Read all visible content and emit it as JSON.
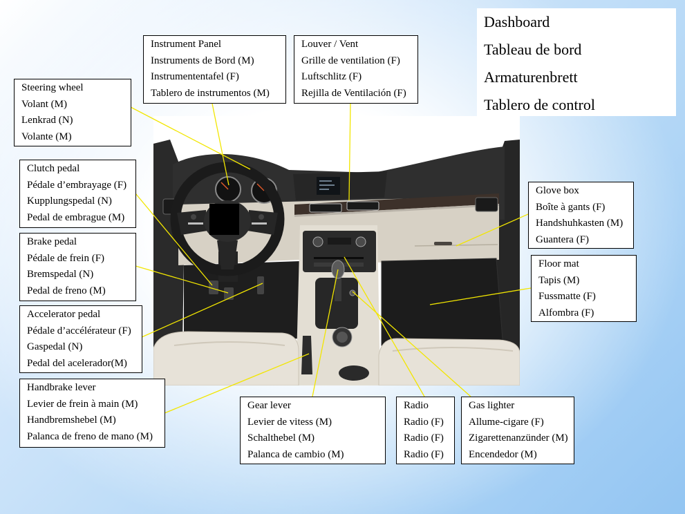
{
  "title": {
    "lines": [
      "Dashboard",
      "Tableau de bord",
      "Armaturenbrett",
      "Tablero de control"
    ]
  },
  "labels": {
    "instrument_panel": {
      "en": "Instrument Panel",
      "fr": "Instruments de Bord (M)",
      "de": "Instrumententafel (F)",
      "es": "Tablero de instrumentos (M)"
    },
    "louver_vent": {
      "en": "Louver / Vent",
      "fr": "Grille de ventilation (F)",
      "de": "Luftschlitz (F)",
      "es": "Rejilla de Ventilación (F)"
    },
    "steering_wheel": {
      "en": "Steering wheel",
      "fr": "Volant (M)",
      "de": "Lenkrad (N)",
      "es": "Volante (M)"
    },
    "clutch_pedal": {
      "en": "Clutch pedal",
      "fr": "Pédale d’embrayage (F)",
      "de": "Kupplungspedal (N)",
      "es": "Pedal de embrague (M)"
    },
    "brake_pedal": {
      "en": "Brake pedal",
      "fr": "Pédale de frein (F)",
      "de": "Bremspedal (N)",
      "es": "Pedal de freno (M)"
    },
    "accelerator_pedal": {
      "en": "Accelerator pedal",
      "fr": "Pédale d’accélérateur (F)",
      "de": "Gaspedal (N)",
      "es": "Pedal del acelerador(M)"
    },
    "handbrake_lever": {
      "en": "Handbrake lever",
      "fr": "Levier de frein à main (M)",
      "de": "Handbremshebel (M)",
      "es": "Palanca de freno de mano (M)"
    },
    "gear_lever": {
      "en": "Gear lever",
      "fr": "Levier de vitess (M)",
      "de": "Schalthebel (M)",
      "es": "Palanca de cambio (M)"
    },
    "radio": {
      "en": "Radio",
      "fr": "Radio (F)",
      "de": "Radio (F)",
      "es": "Radio (F)"
    },
    "gas_lighter": {
      "en": "Gas lighter",
      "fr": "Allume-cigare (F)",
      "de": "Zigarettenanzünder (M)",
      "es": "Encendedor (M)"
    },
    "glove_box": {
      "en": "Glove box",
      "fr": "Boîte à gants (F)",
      "de": "Handshuhkasten (M)",
      "es": "Guantera (F)"
    },
    "floor_mat": {
      "en": "Floor mat",
      "fr": "Tapis (M)",
      "de": "Fussmatte (F)",
      "es": "Alfombra (F)"
    }
  },
  "colors": {
    "leader_line": "#f2e600",
    "label_border": "#000000",
    "label_background": "#ffffff"
  }
}
